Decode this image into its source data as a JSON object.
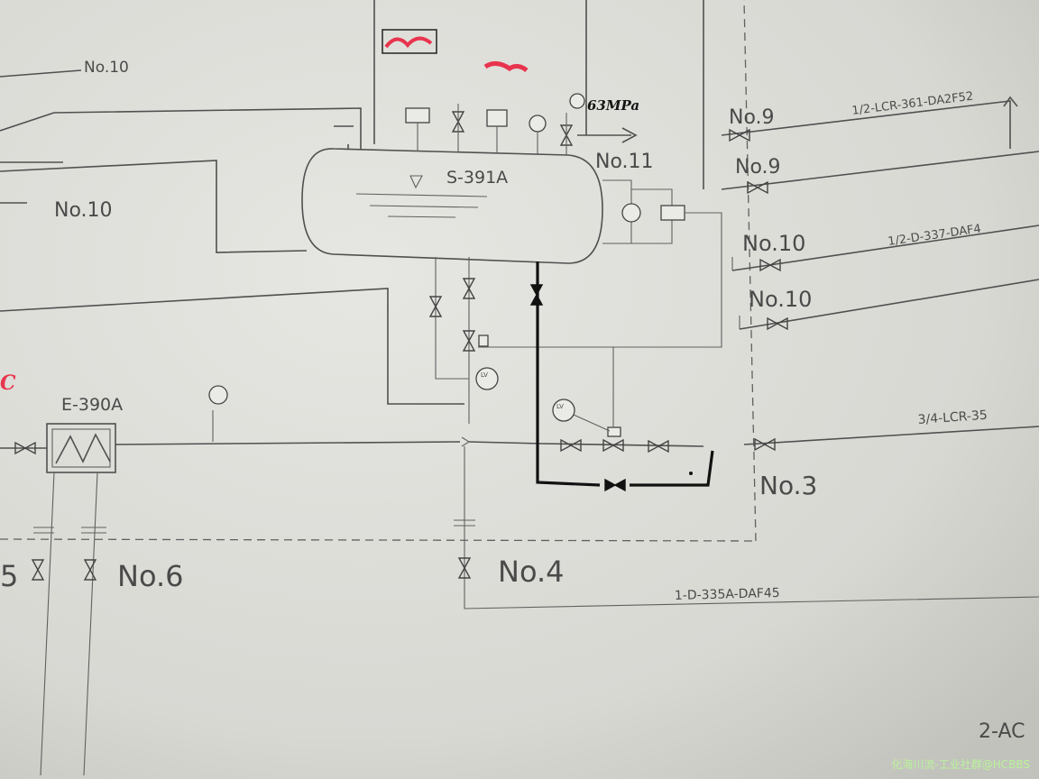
{
  "equipment": {
    "separator": "S-391A",
    "exchanger": "E-390A"
  },
  "connectors": {
    "top_left_no10": "No.10",
    "left_no10": "No.10",
    "no11": "No.11",
    "right_no9_a": "No.9",
    "right_no9_b": "No.9",
    "right_no10_a": "No.10",
    "right_no10_b": "No.10",
    "no3": "No.3",
    "no4": "No.4",
    "no6": "No.6",
    "left_edge_5": "5"
  },
  "lines": {
    "lcr_361": "1/2-LCR-361-DA2F52",
    "d_337": "1/2-D-337-DAF4",
    "lcr_35": "3/4-LCR-35",
    "d_335a": "1-D-335A-DAF45"
  },
  "instruments": {
    "lv_upper": "LV",
    "lv_lower": "LV"
  },
  "handwritten": {
    "top_left_1": "",
    "top_left_2": "",
    "tag_left_mid": "",
    "tag_3903": "",
    "pressure_value": "63MPa",
    "prsa": "",
    "tr3913": "",
    "ti3911": "",
    "lt3914": "",
    "lt3915": "",
    "lo3917": "",
    "lo3916": "",
    "ti3909": "",
    "red_box": "",
    "red_mid": "",
    "red_c": "C"
  },
  "footer": {
    "sheet_ref": "2-AC",
    "watermark": "化海川流-工业社群@HCBBS"
  },
  "colors": {
    "paper": "#d9d9d4",
    "print_line": "#505050",
    "handwriting": "#141414",
    "red_markup": "#e8344e"
  }
}
